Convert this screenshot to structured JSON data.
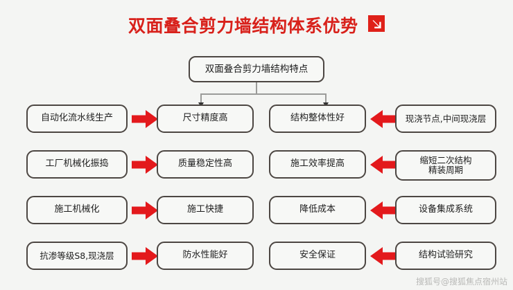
{
  "header": {
    "title": "双面叠合剪力墙结构体系优势",
    "icon": "arrow-down-right-icon",
    "title_color": "#d8211b",
    "icon_bg_color": "#df2119"
  },
  "diagram": {
    "root": {
      "label": "双面叠合剪力墙结构特点"
    },
    "arrow_color": "#e3191c",
    "box_border_color": "#4c4642",
    "connector_color": "#9b9b99",
    "rows": [
      {
        "left_cause": "自动化流水线生产",
        "left_effect": "尺寸精度高",
        "right_effect": "结构整体性好",
        "right_cause": "现浇节点,中间现浇层",
        "left_arrow": "arrow-right-icon",
        "right_arrow": "arrow-left-icon"
      },
      {
        "left_cause": "工厂机械化振捣",
        "left_effect": "质量稳定性高",
        "right_effect": "施工效率提高",
        "right_cause": "缩短二次结构\n精装周期",
        "left_arrow": "arrow-right-icon",
        "right_arrow": "arrow-left-icon"
      },
      {
        "left_cause": "施工机械化",
        "left_effect": "施工快捷",
        "right_effect": "降低成本",
        "right_cause": "设备集成系统",
        "left_arrow": "arrow-right-icon",
        "right_arrow": "arrow-left-icon"
      },
      {
        "left_cause": "抗渗等级S8,现浇层",
        "left_effect": "防水性能好",
        "right_effect": "安全保证",
        "right_cause": "结构试验研究",
        "left_arrow": "arrow-right-icon",
        "right_arrow": "arrow-left-icon"
      }
    ]
  },
  "watermark": {
    "text": "搜狐号@搜狐焦点宿州站"
  }
}
